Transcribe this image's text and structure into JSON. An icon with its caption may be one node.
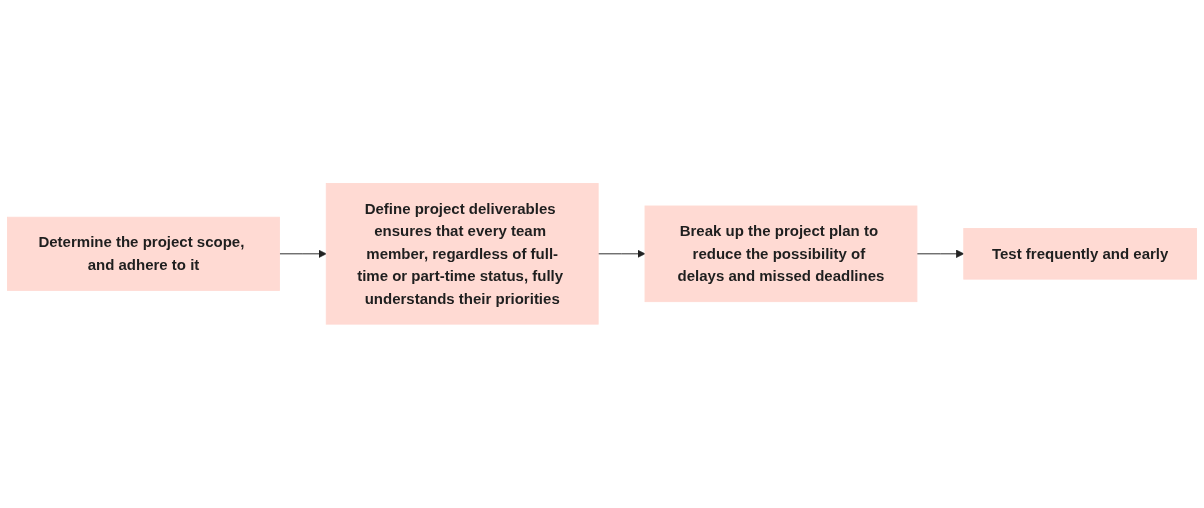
{
  "diagram": {
    "nodes": [
      {
        "text": [
          "Determine the project scope, and adhere to it"
        ]
      },
      {
        "text": [
          "Define project deliverables ensures that every team member, regardless of full-time or part-time status, fully understands their priorities"
        ]
      },
      {
        "text": [
          "Break up the project plan to reduce the possibility of delays and missed deadlines"
        ]
      },
      {
        "text": [
          "Test frequently and early"
        ]
      }
    ],
    "edges": [
      {
        "from": 0,
        "to": 1,
        "arrow": "to"
      },
      {
        "from": 1,
        "to": 2,
        "arrow": "to"
      },
      {
        "from": 2,
        "to": 3,
        "arrow": "to"
      }
    ]
  }
}
